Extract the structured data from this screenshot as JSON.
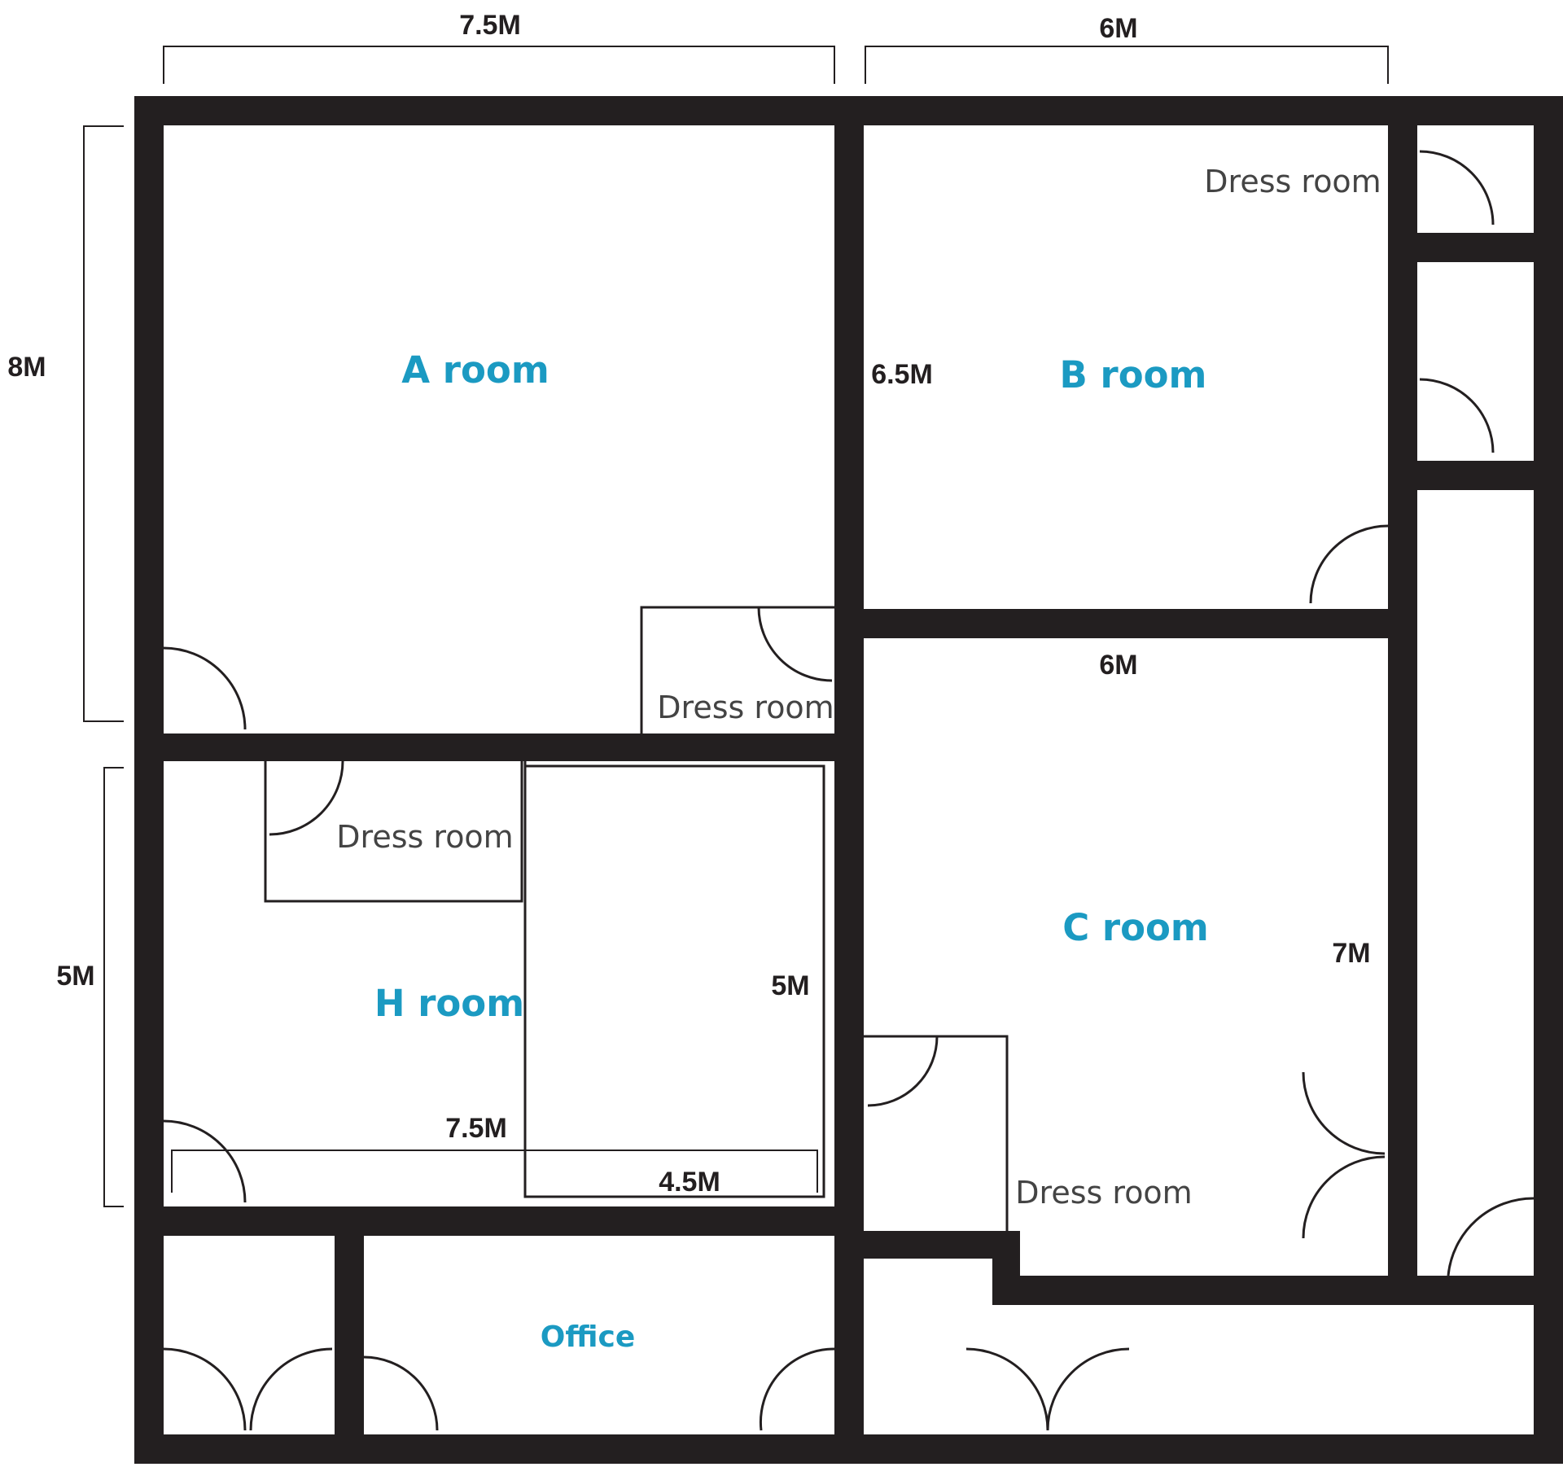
{
  "colors": {
    "wall": "#231f20",
    "room_label": "#1b9ac2",
    "dress_label": "#444444",
    "dimension": "#231f20"
  },
  "rooms": {
    "a": "A room",
    "b": "B room",
    "c": "C room",
    "h": "H room",
    "office": "Office"
  },
  "dress_rooms": {
    "a": "Dress room",
    "b": "Dress room",
    "c": "Dress room",
    "h": "Dress room"
  },
  "dimensions": {
    "top_left_width": "7.5M",
    "top_right_width": "6M",
    "left_upper_height": "8M",
    "left_lower_height": "5M",
    "b_room_height": "6.5M",
    "c_room_width": "6M",
    "c_room_height": "7M",
    "h_room_width": "7.5M",
    "h_inner_height": "5M",
    "h_inner_width": "4.5M"
  },
  "icons": {
    "door_swing": "door-swing-icon"
  }
}
